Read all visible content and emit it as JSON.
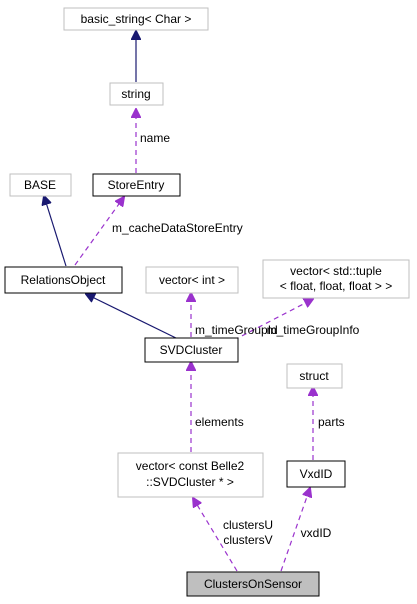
{
  "colors": {
    "inherit_edge": "#191970",
    "usage_edge": "#9a32cd",
    "box_border_strong": "#000000",
    "box_border_weak": "#bfbfbf",
    "highlight_fill": "#bfbfbf",
    "background": "#ffffff"
  },
  "nodes": {
    "basic_string": {
      "lines": [
        "basic_string< Char >"
      ]
    },
    "string": {
      "lines": [
        "string"
      ]
    },
    "store_entry": {
      "lines": [
        "StoreEntry"
      ]
    },
    "base": {
      "lines": [
        "BASE"
      ]
    },
    "relations_object": {
      "lines": [
        "RelationsObject"
      ]
    },
    "vector_int": {
      "lines": [
        "vector< int >"
      ]
    },
    "vector_tuple": {
      "lines": [
        "vector< std::tuple",
        "< float, float, float > >"
      ]
    },
    "svd_cluster": {
      "lines": [
        "SVDCluster"
      ]
    },
    "struct": {
      "lines": [
        "struct"
      ]
    },
    "vector_const": {
      "lines": [
        "vector< const Belle2",
        "::SVDCluster * >"
      ]
    },
    "vxd_id": {
      "lines": [
        "VxdID"
      ]
    },
    "clusters_on_sensor": {
      "lines": [
        "ClustersOnSensor"
      ]
    }
  },
  "edge_labels": {
    "name": "name",
    "m_cacheDataStoreEntry": "m_cacheDataStoreEntry",
    "m_timeGroupId": "m_timeGroupId",
    "m_timeGroupInfo": "m_timeGroupInfo",
    "elements": "elements",
    "parts": "parts",
    "clusters": [
      "clustersU",
      "clustersV"
    ],
    "vxdID": "vxdID"
  }
}
